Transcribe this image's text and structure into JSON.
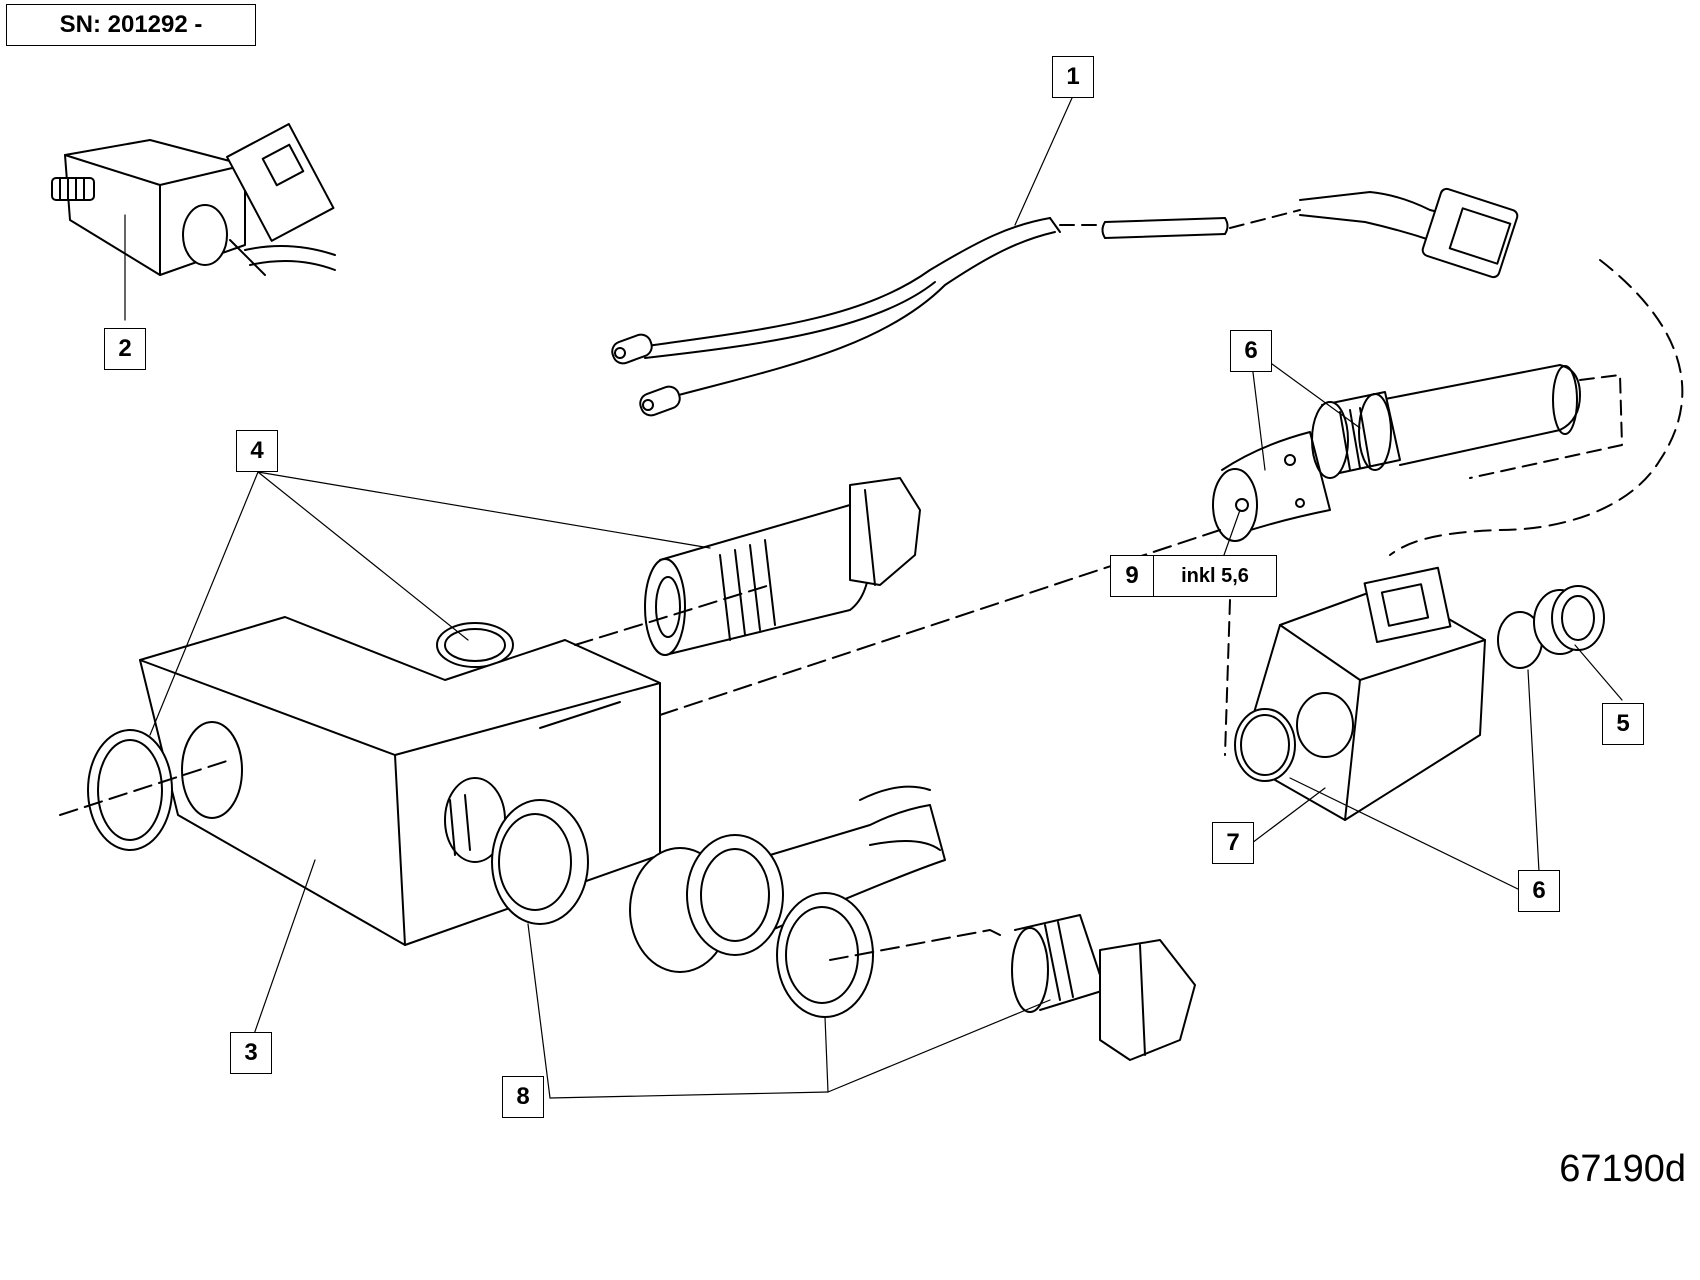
{
  "serial_label": "SN: 201292 -",
  "drawing_number": "67190d",
  "callouts": [
    {
      "label": "1"
    },
    {
      "label": "2"
    },
    {
      "label": "3"
    },
    {
      "label": "4"
    },
    {
      "label": "5"
    },
    {
      "label": "6"
    },
    {
      "label": "6"
    },
    {
      "label": "7"
    },
    {
      "label": "8"
    }
  ],
  "kit_callout": {
    "number": "9",
    "note": "inkl 5,6"
  },
  "parts": [
    {
      "name": "cable-harness-connector"
    },
    {
      "name": "solenoid-valve-assembly"
    },
    {
      "name": "valve-block"
    },
    {
      "name": "banjo-bolt-and-seal"
    },
    {
      "name": "nut"
    },
    {
      "name": "o-ring"
    },
    {
      "name": "solenoid-coil"
    },
    {
      "name": "sealing-washers"
    },
    {
      "name": "valve-cartridge"
    }
  ]
}
